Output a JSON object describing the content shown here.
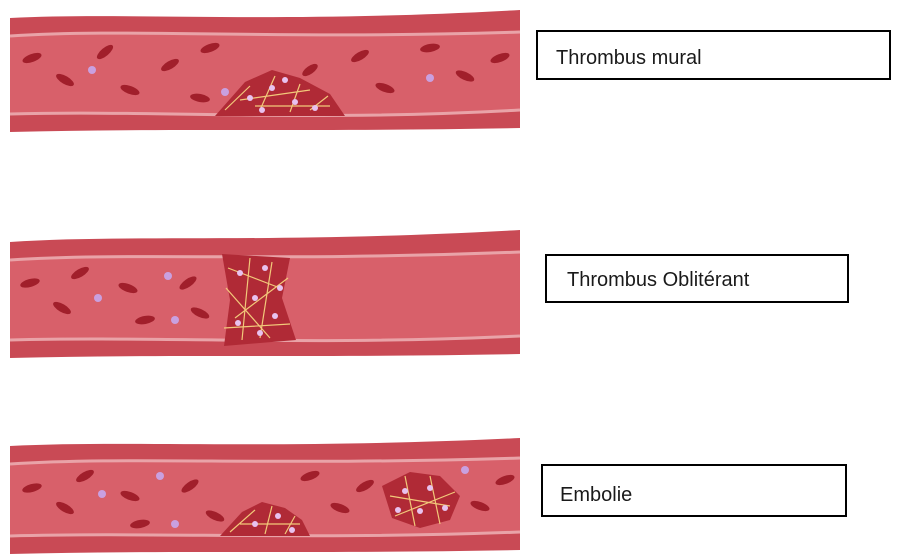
{
  "labels": {
    "mural": "Thrombus mural",
    "obliterant": "Thrombus Oblitérant",
    "embolie": "Embolie"
  },
  "colors": {
    "vessel_wall": "#c94a55",
    "vessel_lumen": "#d8606a",
    "vessel_edge": "#e9a3a8",
    "red_cell": "#a11f2b",
    "platelet": "#c9a0e0",
    "clot": "#b02a36",
    "fibrin": "#f2c97a"
  }
}
